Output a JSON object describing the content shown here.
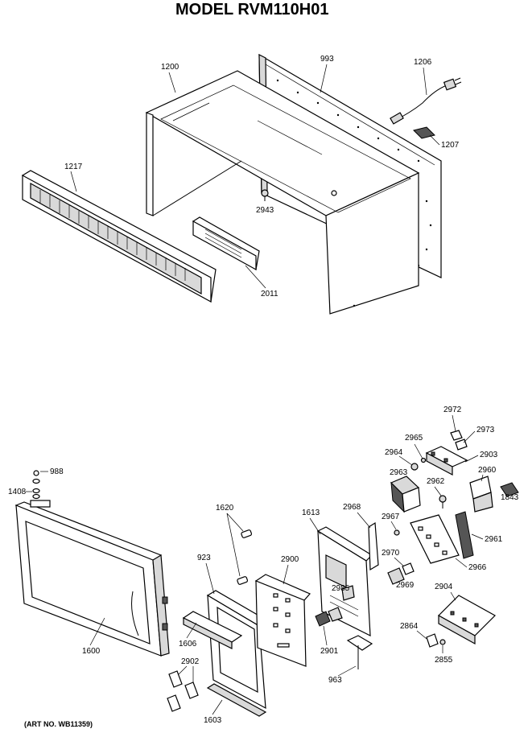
{
  "title": "MODEL RVM110H01",
  "art_no": "(ART NO. WB11359)",
  "parts": {
    "p1200": "1200",
    "p993": "993",
    "p1206": "1206",
    "p1207": "1207",
    "p1217": "1217",
    "p2943": "2943",
    "p2011": "2011",
    "p2972": "2972",
    "p2973": "2973",
    "p2965": "2965",
    "p2964": "2964",
    "p2903": "2903",
    "p988": "988",
    "p2963": "2963",
    "p2960": "2960",
    "p1408": "1408",
    "p2962": "2962",
    "p1843": "1843",
    "p1620": "1620",
    "p1613": "1613",
    "p2968": "2968",
    "p2967": "2967",
    "p2961": "2961",
    "p923": "923",
    "p2900": "2900",
    "p2970": "2970",
    "p2966": "2966",
    "p2969": "2969",
    "p2985": "2985",
    "p2904": "2904",
    "p1600": "1600",
    "p1606": "1606",
    "p2901": "2901",
    "p2864": "2864",
    "p2902": "2902",
    "p963": "963",
    "p2855": "2855",
    "p1603": "1603"
  }
}
